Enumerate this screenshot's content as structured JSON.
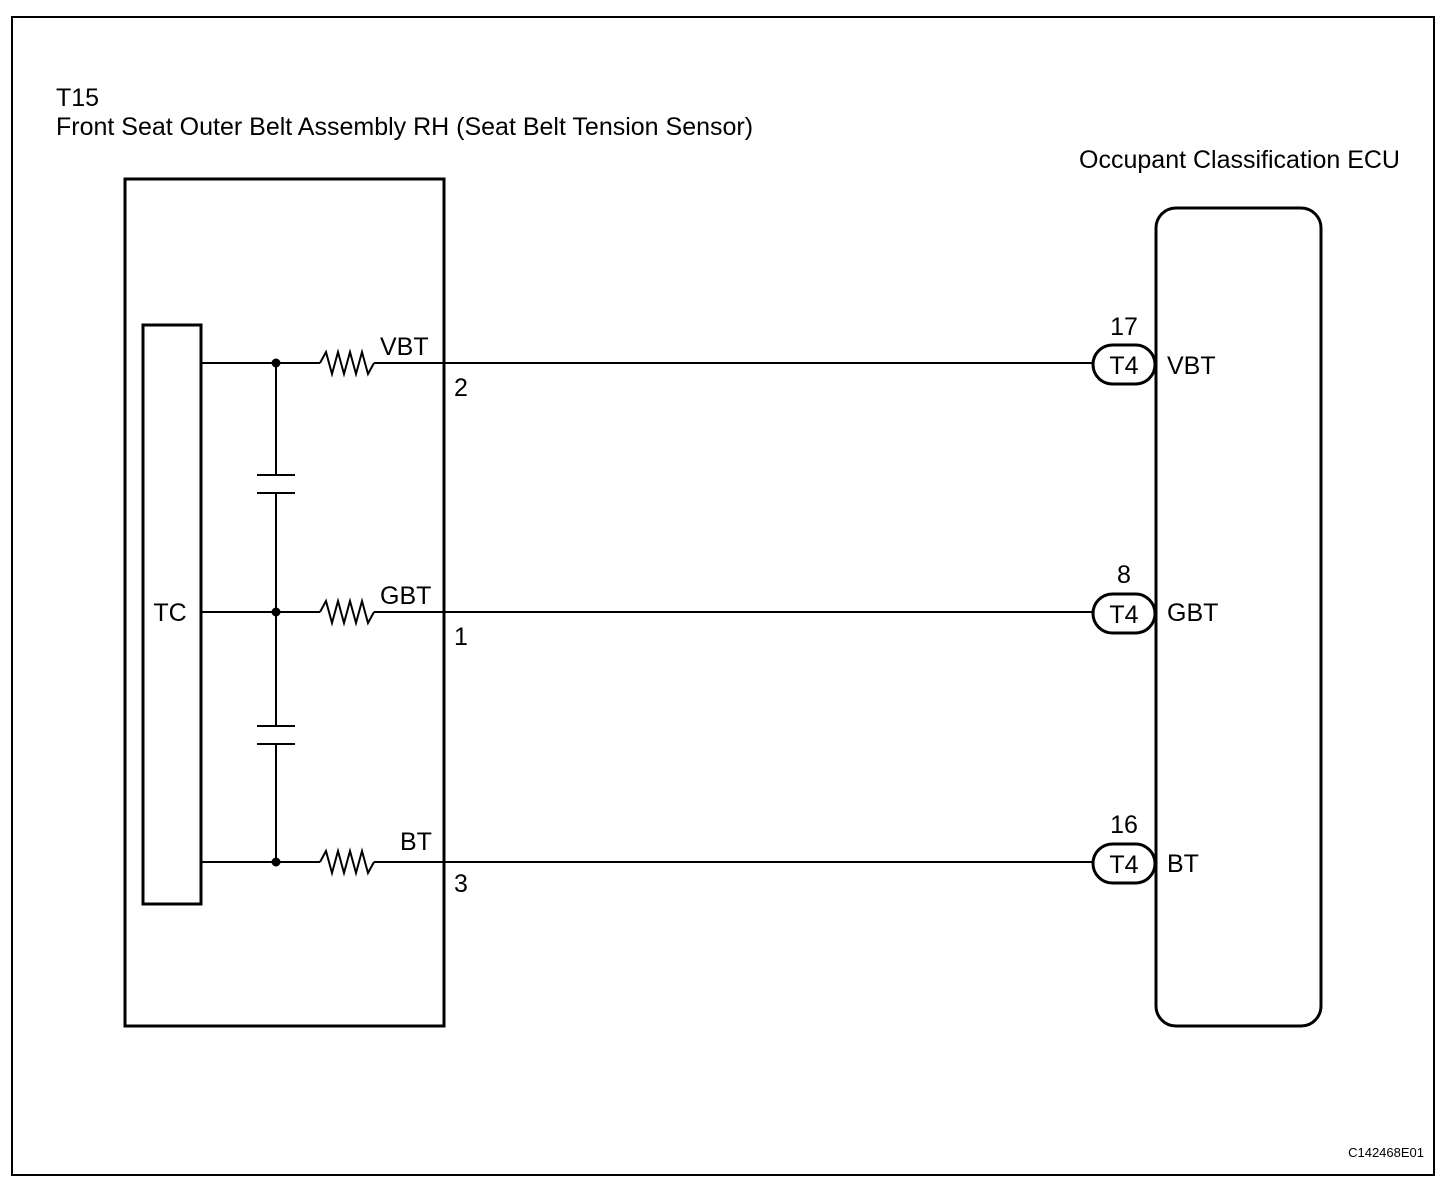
{
  "sensor": {
    "connector_code": "T15",
    "name": "Front Seat Outer Belt Assembly RH (Seat Belt Tension Sensor)",
    "inner_block_label": "TC"
  },
  "ecu": {
    "name": "Occupant Classification ECU"
  },
  "circuits": [
    {
      "signal": "VBT",
      "sensor_pin": "2",
      "ecu_connector": "T4",
      "ecu_pin": "17",
      "ecu_signal": "VBT"
    },
    {
      "signal": "GBT",
      "sensor_pin": "1",
      "ecu_connector": "T4",
      "ecu_pin": "8",
      "ecu_signal": "GBT"
    },
    {
      "signal": "BT",
      "sensor_pin": "3",
      "ecu_connector": "T4",
      "ecu_pin": "16",
      "ecu_signal": "BT"
    }
  ],
  "figure_code": "C142468E01"
}
